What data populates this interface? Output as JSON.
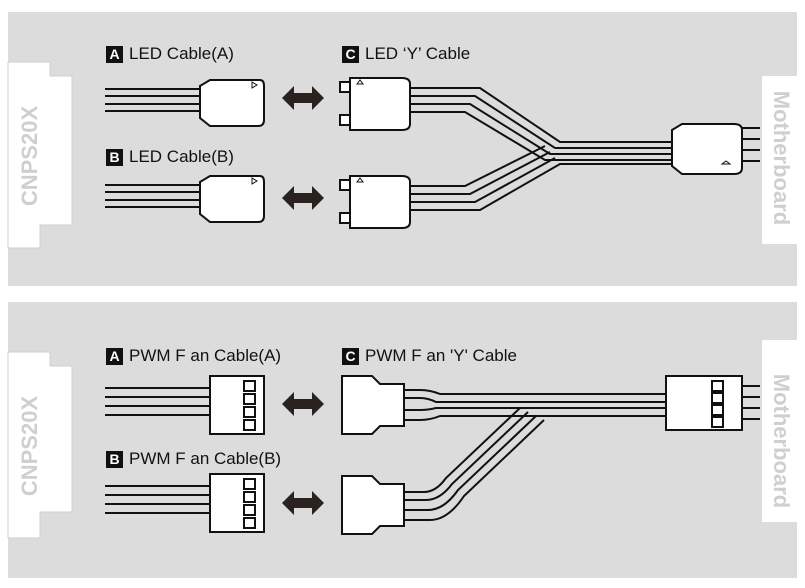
{
  "led_panel": {
    "cnps_text": "CNPS20X",
    "motherboard_text": "Motherboard",
    "label_a": {
      "badge": "A",
      "text": "LED Cable(A)"
    },
    "label_b": {
      "badge": "B",
      "text": "LED Cable(B)"
    },
    "label_c": {
      "badge": "C",
      "text": "LED ‘Y’ Cable"
    }
  },
  "pwm_panel": {
    "cnps_text": "CNPS20X",
    "motherboard_text": "Motherboard",
    "label_a": {
      "badge": "A",
      "text": "PWM F an Cable(A)"
    },
    "label_b": {
      "badge": "B",
      "text": "PWM F an Cable(B)"
    },
    "label_c": {
      "badge": "C",
      "text": "PWM F an 'Y' Cable"
    }
  },
  "colors": {
    "panel_bg": "#dcdcdc",
    "ink": "#111111",
    "white": "#ffffff",
    "arrow": "#2a221f"
  }
}
